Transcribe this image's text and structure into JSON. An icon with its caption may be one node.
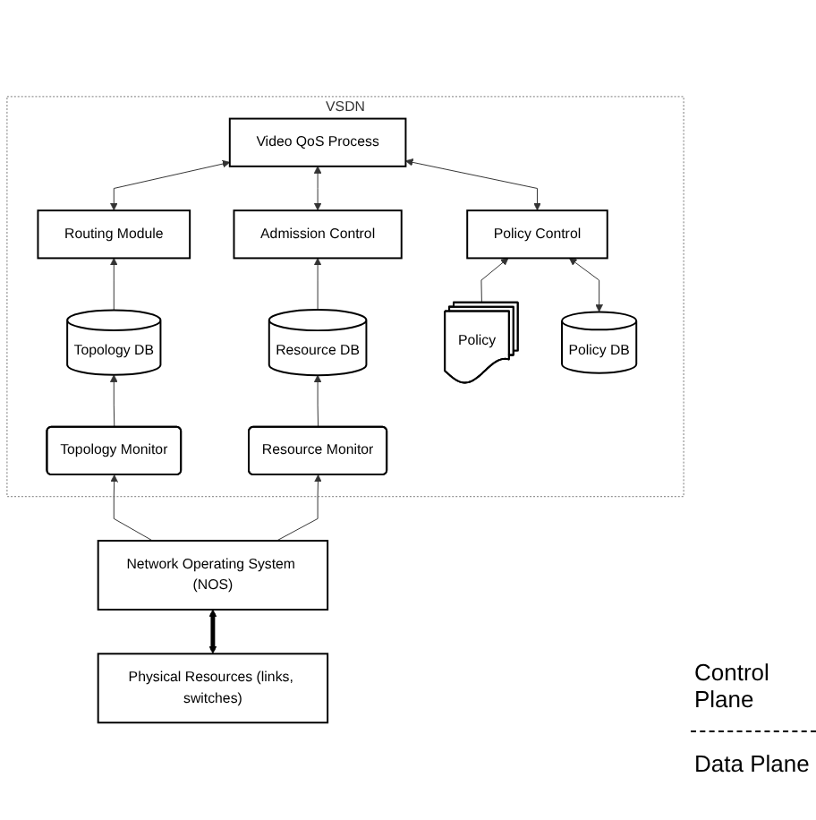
{
  "diagram": {
    "nodes": [
      {
        "text": [
          "VSDN"
        ]
      },
      {
        "text": [
          "Video QoS Process"
        ],
        "in": 0
      },
      {
        "text": [
          "Routing Module"
        ],
        "in": 0
      },
      {
        "text": [
          "Admission Control"
        ],
        "in": 0
      },
      {
        "text": [
          "Policy"
        ],
        "in": 0
      },
      {
        "text": [
          "Policy Control"
        ],
        "in": 0
      },
      {
        "text": [
          "Topology DB"
        ],
        "in": 0
      },
      {
        "text": [
          "Resource DB"
        ],
        "in": 0
      },
      {
        "text": [
          "Policy DB"
        ],
        "in": 0
      },
      {
        "text": [
          "Topology Monitor"
        ],
        "in": 0
      },
      {
        "text": [
          "Resource Monitor"
        ],
        "in": 0
      },
      {
        "text": [
          "Network Operating System (NOS)"
        ]
      },
      {
        "text": [
          "Physical Resources (links, switches)"
        ]
      }
    ],
    "edges": [
      {
        "from": 1,
        "to": 2,
        "arrow": "both"
      },
      {
        "from": 1,
        "to": 3,
        "arrow": "both"
      },
      {
        "from": 1,
        "to": 5,
        "arrow": "both"
      },
      {
        "from": 4,
        "to": 5,
        "arrow": "to"
      },
      {
        "from": 6,
        "to": 2,
        "arrow": "to"
      },
      {
        "from": 7,
        "to": 3,
        "arrow": "to"
      },
      {
        "from": 5,
        "to": 8,
        "arrow": "both"
      },
      {
        "from": 9,
        "to": 6,
        "arrow": "to"
      },
      {
        "from": 10,
        "to": 7,
        "arrow": "to"
      },
      {
        "from": 11,
        "to": 9,
        "arrow": "to"
      },
      {
        "from": 11,
        "to": 10,
        "arrow": "to"
      },
      {
        "from": 11,
        "to": 12,
        "arrow": "both",
        "style": "thick"
      }
    ],
    "labels": [
      "Control Plane",
      "Data Plane"
    ]
  }
}
